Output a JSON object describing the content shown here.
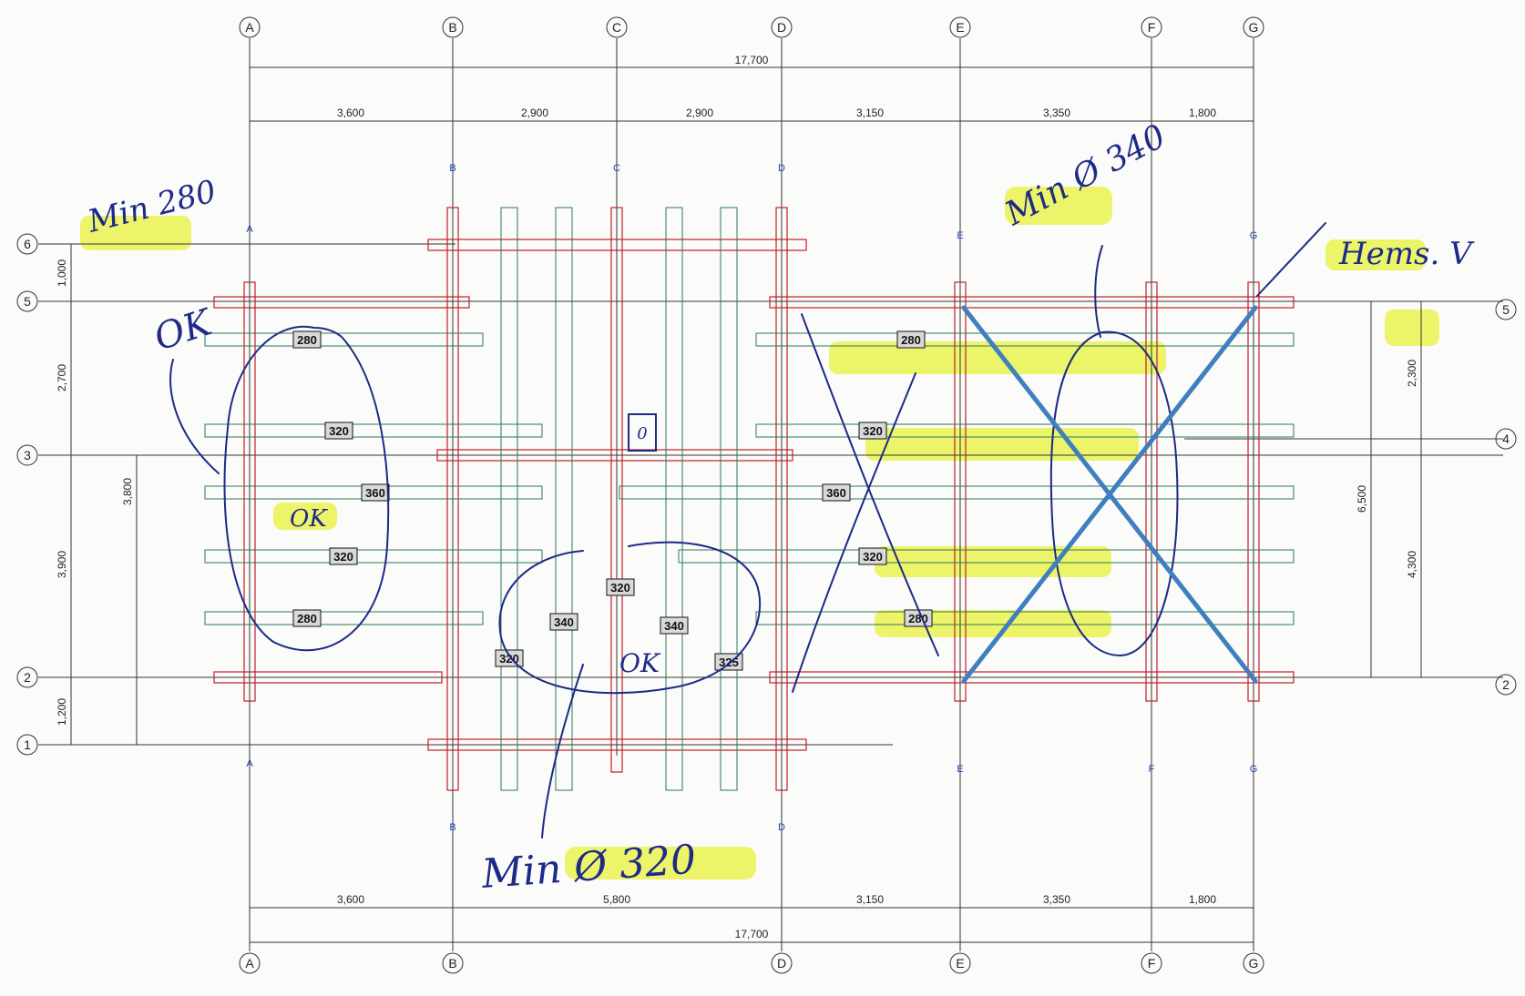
{
  "grid": {
    "columns": [
      "A",
      "B",
      "C",
      "D",
      "E",
      "F",
      "G"
    ],
    "rows": [
      "1",
      "2",
      "3",
      "4",
      "5",
      "6"
    ]
  },
  "dimensions": {
    "top_total": "17,700",
    "top_spans": [
      "3,600",
      "2,900",
      "2,900",
      "3,150",
      "3,350",
      "1,800"
    ],
    "bottom_total": "17,700",
    "bottom_spans": [
      "3,600",
      "5,800",
      "3,150",
      "3,350",
      "1,800"
    ],
    "left": [
      "1,000",
      "2,700",
      "3,900",
      "3,800",
      "1,200"
    ],
    "right_inner": [
      "2,300",
      "4,300"
    ],
    "right_outer": "6,500"
  },
  "sizes": {
    "zone_a": [
      "280",
      "320",
      "360",
      "320",
      "280"
    ],
    "zone_c": [
      "320",
      "340",
      "340",
      "320",
      "325"
    ],
    "zone_d": [
      "280",
      "320",
      "360",
      "320",
      "280"
    ]
  },
  "markers": {
    "box_label": "0"
  },
  "handwriting": {
    "min280": "Min 280",
    "ok1": "OK",
    "ok2": "OK",
    "ok3": "OK",
    "min340": "Min Ø 340",
    "min320": "Min Ø 320",
    "note_right": "Hems. V"
  },
  "colors": {
    "ink": "#1d2a86",
    "highlight": "#e8f23a",
    "beam": "#c21e2a",
    "blue_lines": "#2344b8",
    "cross": "#3f7fbf"
  }
}
